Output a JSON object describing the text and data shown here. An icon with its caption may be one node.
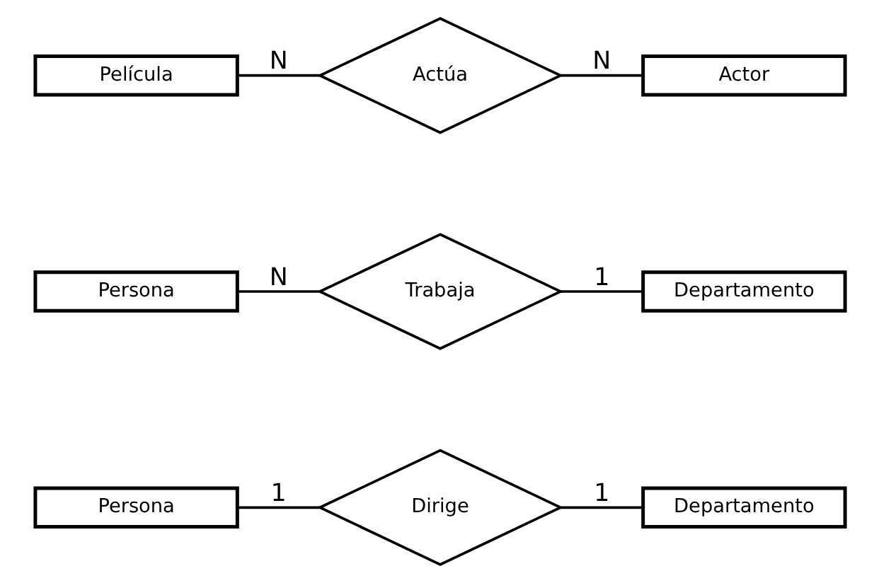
{
  "diagram": {
    "nodes": [
      {
        "text": [
          "Persona"
        ]
      },
      {
        "text": [
          "Dirige"
        ]
      },
      {
        "text": [
          "Departamento"
        ]
      },
      {
        "text": [
          "Persona"
        ]
      },
      {
        "text": [
          "Trabaja"
        ]
      },
      {
        "text": [
          "Departamento"
        ]
      },
      {
        "text": [
          "Película"
        ]
      },
      {
        "text": [
          "Actúa"
        ]
      },
      {
        "text": [
          "Actor"
        ]
      }
    ],
    "edges": [
      {
        "from": 0,
        "to": 1,
        "arrow": "none",
        "label": "1"
      },
      {
        "from": 1,
        "to": 2,
        "arrow": "none",
        "label": "1"
      },
      {
        "from": 3,
        "to": 4,
        "arrow": "none",
        "label": "N"
      },
      {
        "from": 4,
        "to": 5,
        "arrow": "none",
        "label": "1"
      },
      {
        "from": 6,
        "to": 7,
        "arrow": "none",
        "label": "N"
      },
      {
        "from": 7,
        "to": 8,
        "arrow": "none",
        "label": "N"
      }
    ]
  }
}
